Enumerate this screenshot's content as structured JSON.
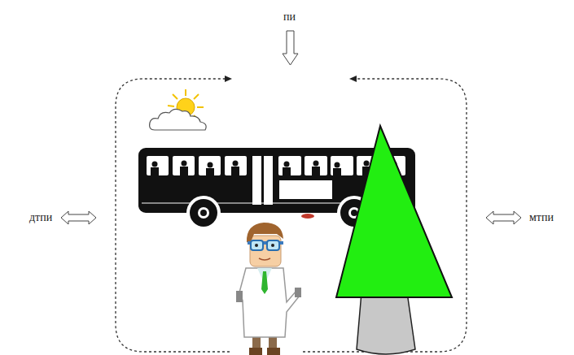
{
  "diagram": {
    "labels": [
      "пи",
      "дтпи",
      "мтпи"
    ]
  }
}
